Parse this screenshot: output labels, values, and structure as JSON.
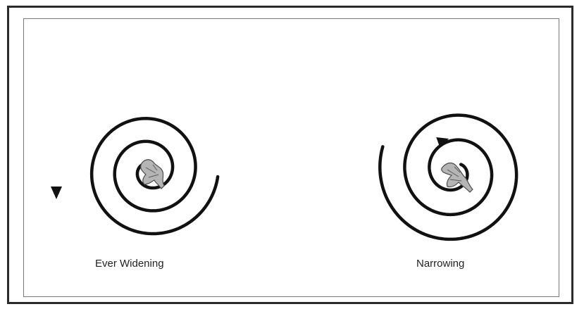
{
  "labels": {
    "left": "Ever Widening",
    "right": "Narrowing"
  },
  "spirals": [
    {
      "name": "ever-widening",
      "direction": "outward"
    },
    {
      "name": "narrowing",
      "direction": "inward"
    }
  ],
  "colors": {
    "stroke": "#111111",
    "frame": "#2b2b2b",
    "inner_frame": "#7a7a7a",
    "figure": "#9a9a9a"
  }
}
